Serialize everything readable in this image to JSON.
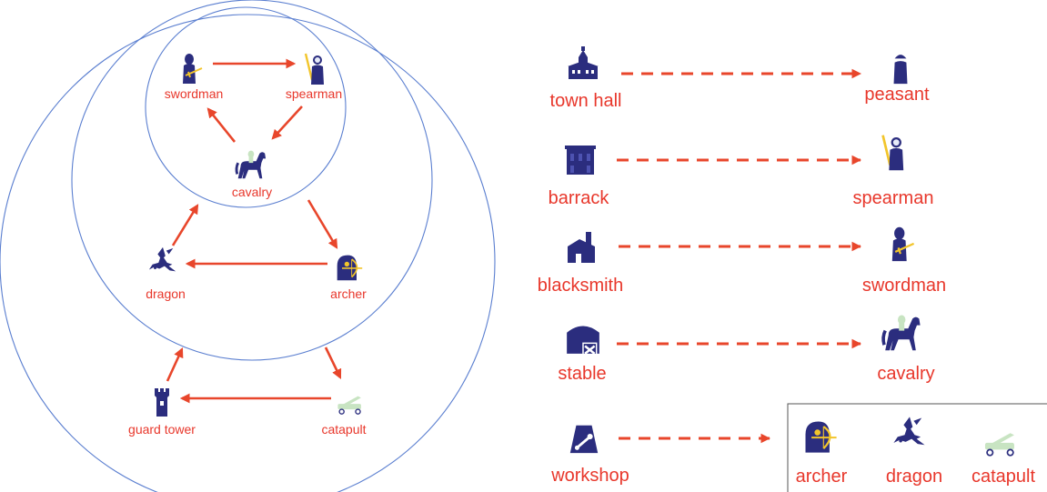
{
  "cycle_diagram": {
    "units": {
      "swordman": "swordman",
      "spearman": "spearman",
      "cavalry": "cavalry",
      "dragon": "dragon",
      "archer": "archer",
      "guard_tower": "guard tower",
      "catapult": "catapult"
    },
    "icons": [
      "swordman-icon",
      "spearman-icon",
      "cavalry-icon",
      "dragon-icon",
      "archer-icon",
      "guard-tower-icon",
      "catapult-icon"
    ]
  },
  "production": {
    "rows": [
      {
        "building": "town hall",
        "unit": "peasant"
      },
      {
        "building": "barrack",
        "unit": "spearman"
      },
      {
        "building": "blacksmith",
        "unit": "swordman"
      },
      {
        "building": "stable",
        "unit": "cavalry"
      }
    ],
    "workshop": {
      "building": "workshop",
      "units": [
        "archer",
        "dragon",
        "catapult"
      ]
    }
  },
  "colors": {
    "label": "#e8372b",
    "arrow": "#e8462b",
    "ring": "#5b7fd0",
    "ring_fill": "#f1faf2",
    "icon": "#2b2d7e"
  }
}
